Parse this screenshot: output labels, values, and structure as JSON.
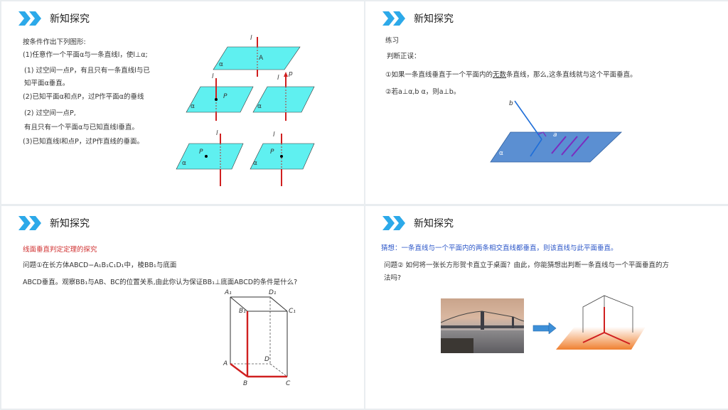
{
  "colors": {
    "accent": "#2ca9e9",
    "plane": "#5ff0f0",
    "line_red": "#d02020",
    "plane_blue": "#5b8fd2",
    "purple": "#7b2cbf"
  },
  "slides": [
    {
      "title": "新知探究",
      "lines": [
        "按条件作出下列图形:",
        "(1)任意作一个平面α与一条直线l，使l⊥α;",
        "(1) 过空间一点P，有且只有一条直线l与已",
        "知平面α垂直。",
        "(2)已知平面α和点P，过P作平面α的垂线",
        "(2) 过空间一点P,",
        "有且只有一个平面α与已知直线l垂直。",
        "(3)已知直线l和点P，过P作直线的垂面。"
      ],
      "figure_labels": {
        "l": "l",
        "A": "A",
        "alpha": "α",
        "P": "P",
        "p": "p"
      }
    },
    {
      "title": "新知探究",
      "heading": "练习",
      "subheading": "判断正误：",
      "item1_pre": "①如果一条直线垂直于一个平面内的",
      "item1_u": "无数",
      "item1_post": "条直线，那么,这条直线就与这个平面垂直。",
      "item2": "②若a⊥α,b α，则a⊥b。",
      "figure_labels": {
        "b": "b",
        "a": "a",
        "alpha": "α"
      }
    },
    {
      "title": "新知探究",
      "red_heading": "线面垂直判定定理的探究",
      "line1": "问题①在长方体ABCD−A₁B₁C₁D₁中，棱BB₁与底面",
      "line2": "ABCD垂直。观察BB₁与AB、BC的位置关系,由此你认为保证BB₁⊥底面ABCD的条件是什么?",
      "figure_labels": {
        "A1": "A₁",
        "D1": "D₁",
        "B1": "B₁",
        "C1": "C₁",
        "A": "A",
        "D": "D",
        "B": "B",
        "C": "C"
      }
    },
    {
      "title": "新知探究",
      "conjecture": "猜想：一条直线与一个平面内的两条相交直线都垂直，则该直线与此平面垂直。",
      "question_line1": "问题② 如何将一张长方形贺卡直立于桌面？由此，你能猜想出判断一条直线与一个平面垂直的方",
      "question_line2": "法吗?"
    }
  ]
}
